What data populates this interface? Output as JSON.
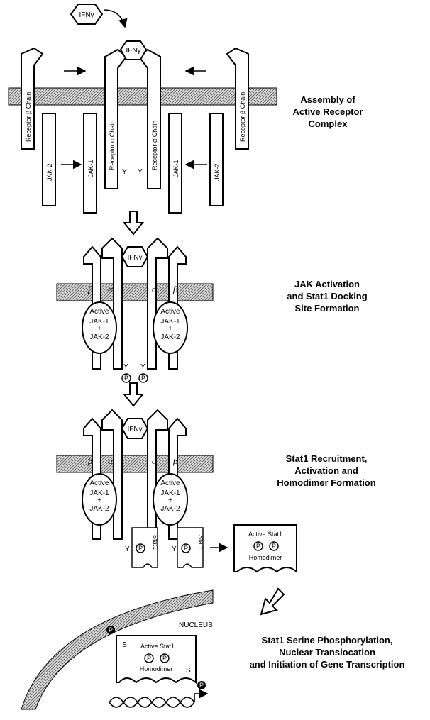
{
  "steps": [
    {
      "title_lines": [
        "Assembly of",
        "Active Receptor",
        "Complex"
      ]
    },
    {
      "title_lines": [
        "JAK Activation",
        "and Stat1 Docking",
        "Site Formation"
      ]
    },
    {
      "title_lines": [
        "Stat1 Recruitment,",
        "Activation and",
        "Homodimer Formation"
      ]
    },
    {
      "title_lines": [
        "Stat1 Serine Phosphorylation,",
        "Nuclear Translocation",
        "and Initiation of Gene Transcription"
      ]
    }
  ],
  "labels": {
    "ligand": "IFNγ",
    "receptor_beta": "Receptor β Chain",
    "receptor_alpha": "Receptor α Chain",
    "jak1": "JAK-1",
    "jak2": "JAK-2",
    "beta": "β",
    "alpha": "α",
    "active": "Active",
    "plus": "+",
    "tyrosine": "Y",
    "phospho": "P",
    "serine": "S",
    "stat1": "Stat1",
    "active_stat1": "Active Stat1",
    "homodimer": "Homodimer",
    "nucleus": "NUCLEUS"
  }
}
